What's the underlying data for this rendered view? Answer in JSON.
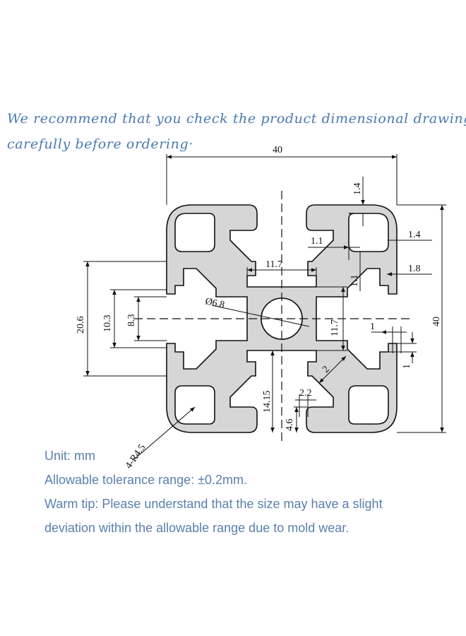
{
  "header": {
    "line1": "We recommend that you check the product dimensional drawings",
    "line2": "carefully before ordering·"
  },
  "dimensions": {
    "width": "40",
    "height": "40",
    "lip_top": "1.4",
    "lip_side": "1.4",
    "wall_a": "1.1",
    "wall_b": "1.1",
    "slot_depth": "1.8",
    "core_width": "11.7",
    "core_height": "11.7",
    "bore_diameter": "Ø6.8",
    "slot_outer": "20.6",
    "slot_inner": "10.3",
    "slot_opening": "8.3",
    "small_1a": "1",
    "small_1b": "1",
    "web": "2",
    "offset": "14.15",
    "lip_width": "2.2",
    "lip_height": "4.6",
    "corner_radius": "4-R4.5"
  },
  "notes": {
    "unit": "Unit: mm",
    "tolerance": "Allowable tolerance range: ±0.2mm.",
    "tip1": "Warm tip: Please understand that the size may have a slight",
    "tip2": "deviation within the allowable range due to mold wear."
  },
  "colors": {
    "header_text": "#4a78b0",
    "notes_text": "#5a7fae",
    "profile_fill": "#d6d6d6",
    "line": "#111111"
  }
}
